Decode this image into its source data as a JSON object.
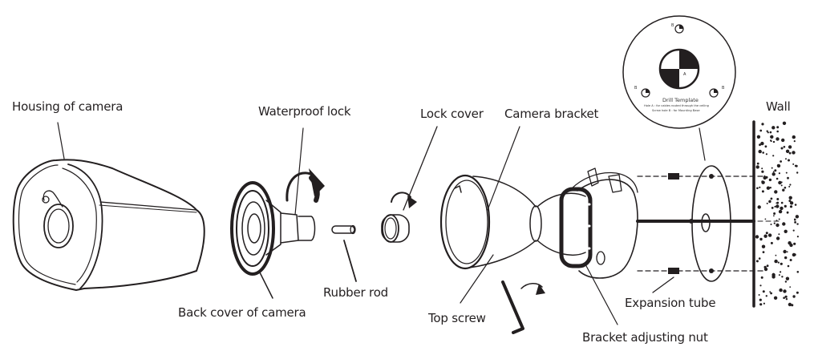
{
  "diagram": {
    "labels": {
      "housing": "Housing of camera",
      "waterproof_lock": "Waterproof lock",
      "lock_cover": "Lock cover",
      "camera_bracket": "Camera bracket",
      "wall": "Wall",
      "back_cover": "Back cover of camera",
      "rubber_rod": "Rubber rod",
      "top_screw": "Top screw",
      "expansion_tube": "Expansion tube",
      "bracket_nut": "Bracket adjusting nut"
    },
    "drill_template": {
      "title": "Drill Template",
      "note_a": "Hole A : for cables routed through the ceiling",
      "note_b": "Screw hole B : for Mounting Base",
      "hole_a": "A",
      "hole_b_top": "B",
      "hole_b_left": "B",
      "hole_b_right": "B"
    },
    "colors": {
      "ink": "#231f20",
      "paper": "#ffffff"
    }
  }
}
